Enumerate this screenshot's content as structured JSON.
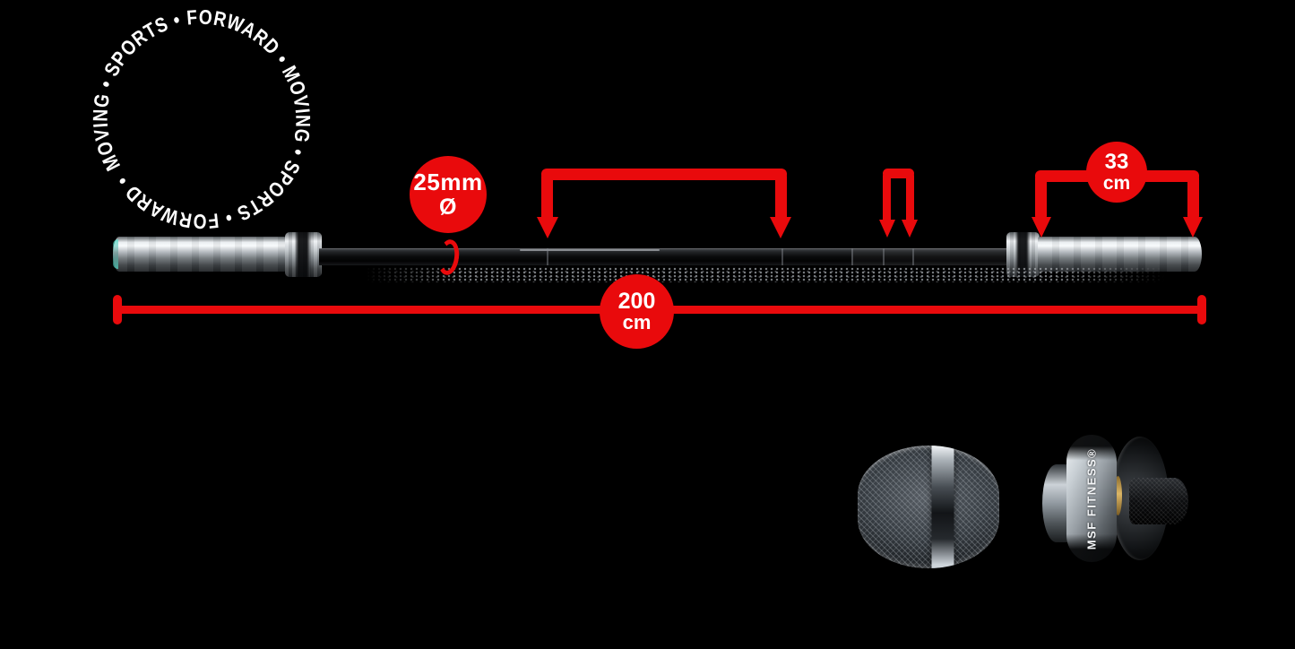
{
  "colors": {
    "annotation_red": "#e90a0c",
    "background": "#000000"
  },
  "logo": {
    "circular_text": "MOVING • SPORTS • FORWARD • MOVING • SPORTS • FORWARD •"
  },
  "callouts": {
    "diameter": {
      "value": "25mm",
      "unit": "Ø"
    },
    "sleeve_length": {
      "value": "33",
      "unit": "cm"
    },
    "total_length": {
      "value": "200",
      "unit": "cm"
    }
  },
  "closeups": {
    "endcap_brand_text": "MSF FITNESS®"
  }
}
